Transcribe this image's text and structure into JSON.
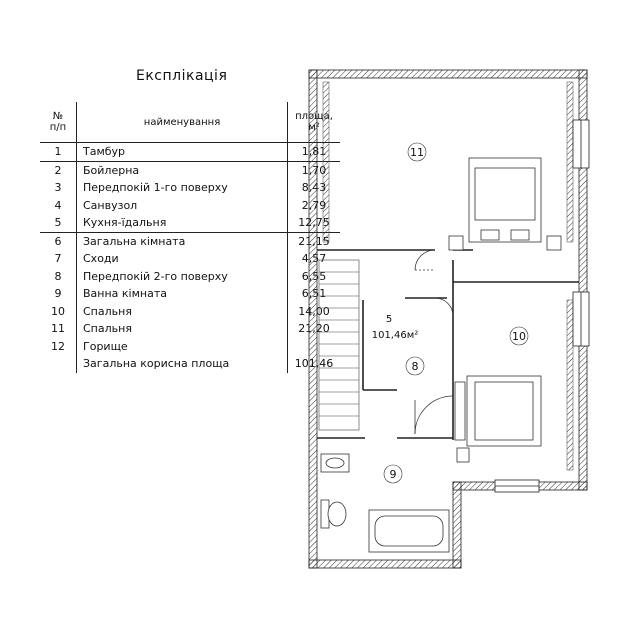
{
  "title": "Експлікація",
  "table": {
    "headers": {
      "num": [
        "№",
        "п/п"
      ],
      "name": "найменування",
      "area": [
        "площа,",
        "м²"
      ]
    },
    "rows": [
      {
        "num": "1",
        "name": "Тамбур",
        "area": "1,81"
      },
      {
        "num": "2",
        "name": "Бойлерна",
        "area": "1,70"
      },
      {
        "num": "3",
        "name": "Передпокій 1-го поверху",
        "area": "8,43"
      },
      {
        "num": "4",
        "name": "Санвузол",
        "area": "2,79"
      },
      {
        "num": "5",
        "name": "Кухня-їдальня",
        "area": "12,75"
      },
      {
        "num": "6",
        "name": "Загальна кімната",
        "area": "21,15"
      },
      {
        "num": "7",
        "name": "Сходи",
        "area": "4,57"
      },
      {
        "num": "8",
        "name": "Передпокій 2-го поверху",
        "area": "6,55"
      },
      {
        "num": "9",
        "name": "Ванна кімната",
        "area": "6,51"
      },
      {
        "num": "10",
        "name": "Спальня",
        "area": "14,00"
      },
      {
        "num": "11",
        "name": "Спальня",
        "area": "21,20"
      },
      {
        "num": "12",
        "name": "Горище",
        "area": ""
      },
      {
        "num": "",
        "name": "Загальна корисна площа",
        "area": "101,46"
      }
    ]
  },
  "plan": {
    "room_labels": {
      "r11": "11",
      "r10": "10",
      "r8": "8",
      "r9": "9",
      "r5": "5"
    },
    "total_area_label": "101,46м²"
  }
}
